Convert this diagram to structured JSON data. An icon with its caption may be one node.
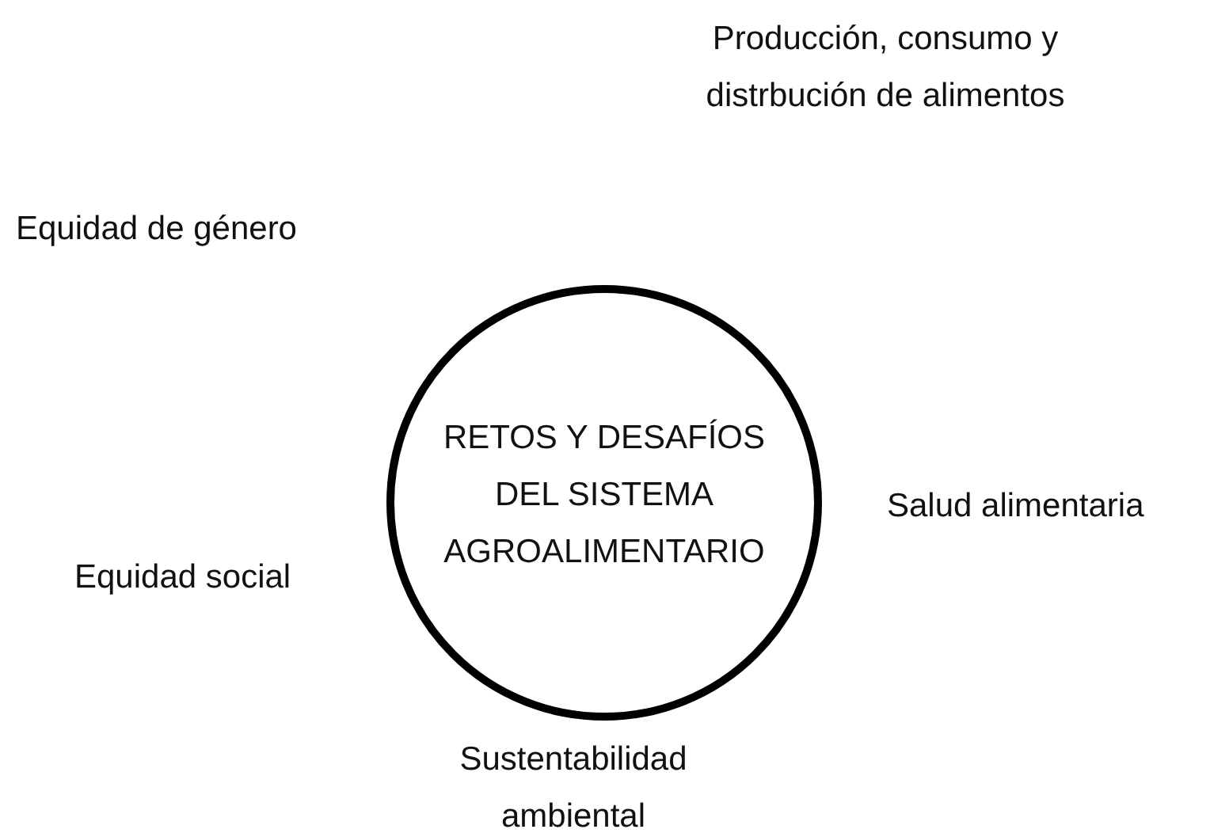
{
  "diagram": {
    "nodes": [
      {
        "text": [
          "RETOS Y DESAFÍOS DEL SISTEMA AGROALIMENTARIO"
        ]
      }
    ],
    "labels": [
      "Producción, consumo y distrbución de alimentos",
      "Equidad de género",
      "Salud alimentaria",
      "Equidad social",
      "Sustentabilidad ambiental"
    ]
  }
}
